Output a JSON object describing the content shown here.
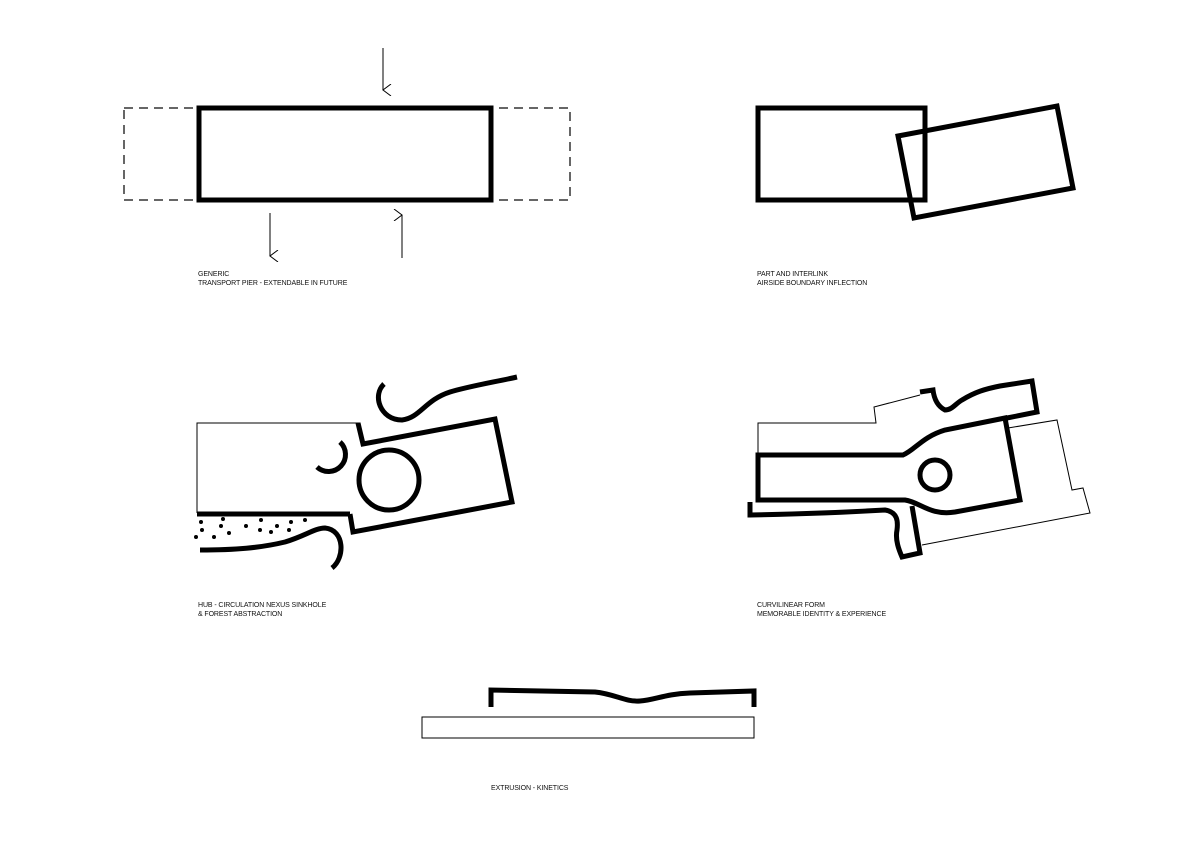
{
  "diagrams": [
    {
      "line1": "GENERIC",
      "line2": "TRANSPORT PIER - EXTENDABLE IN FUTURE"
    },
    {
      "line1": "PART AND INTERLINK",
      "line2": "AIRSIDE BOUNDARY INFLECTION"
    },
    {
      "line1": "HUB - CIRCULATION NEXUS SINKHOLE",
      "line2": "& FOREST ABSTRACTION"
    },
    {
      "line1": "CURVILINEAR FORM",
      "line2": "MEMORABLE IDENTITY & EXPERIENCE"
    },
    {
      "line1": "EXTRUSION - KINETICS"
    }
  ],
  "colors": {
    "ink": "#000000",
    "dashed": "#666666",
    "background": "#ffffff"
  }
}
